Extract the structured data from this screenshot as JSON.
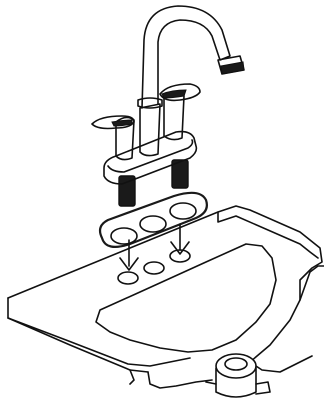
{
  "illustration": {
    "colors": {
      "line": "#111111",
      "fill_dark": "#1a1a1a",
      "fill_light": "#ffffff",
      "background": "#ffffff"
    },
    "parts": [
      "faucet",
      "gasket",
      "mounting-arrows",
      "sink-basin"
    ],
    "arrow_count": 2
  }
}
